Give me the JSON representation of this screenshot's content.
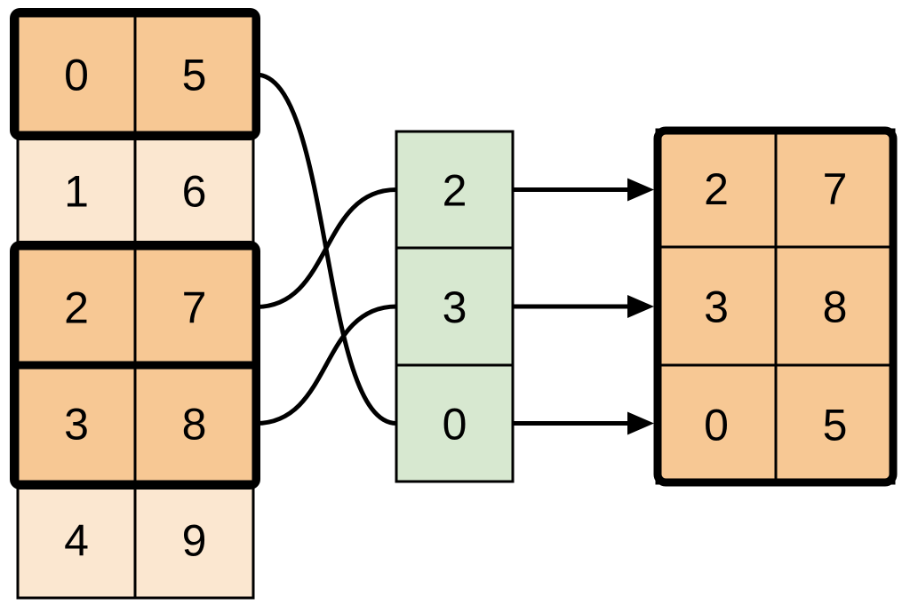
{
  "colors": {
    "highlight_fill": "#F7C894",
    "muted_fill": "#FBE7D0",
    "index_fill": "#D7E8D0",
    "stroke": "#000000",
    "background": "#FFFFFF"
  },
  "source_table": {
    "rows": [
      {
        "cells": [
          "0",
          "5"
        ],
        "highlighted": true
      },
      {
        "cells": [
          "1",
          "6"
        ],
        "highlighted": false
      },
      {
        "cells": [
          "2",
          "7"
        ],
        "highlighted": true
      },
      {
        "cells": [
          "3",
          "8"
        ],
        "highlighted": true
      },
      {
        "cells": [
          "4",
          "9"
        ],
        "highlighted": false
      }
    ]
  },
  "index_column": {
    "cells": [
      "2",
      "3",
      "0"
    ]
  },
  "result_table": {
    "rows": [
      {
        "cells": [
          "2",
          "7"
        ]
      },
      {
        "cells": [
          "3",
          "8"
        ]
      },
      {
        "cells": [
          "0",
          "5"
        ]
      }
    ]
  },
  "connections": {
    "curves": [
      {
        "from_source_row": 0,
        "to_index_position": 2
      },
      {
        "from_source_row": 2,
        "to_index_position": 0
      },
      {
        "from_source_row": 3,
        "to_index_position": 1
      }
    ],
    "arrows": [
      {
        "from_index_position": 0,
        "to_result_row": 0
      },
      {
        "from_index_position": 1,
        "to_result_row": 1
      },
      {
        "from_index_position": 2,
        "to_result_row": 2
      }
    ]
  }
}
